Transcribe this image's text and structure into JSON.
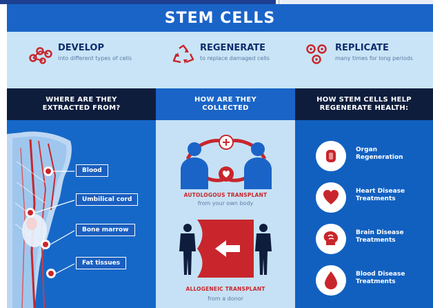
{
  "title": "STEM CELLS",
  "features": [
    {
      "title": "DEVELOP",
      "desc": "into different types of cells",
      "icon": "molecule-icon"
    },
    {
      "title": "REGENERATE",
      "desc": "to replace damaged cells",
      "icon": "recycle-icon"
    },
    {
      "title": "REPLICATE",
      "desc": "many times for long periods",
      "icon": "cell-division-icon"
    }
  ],
  "columns": {
    "extracted": {
      "header_line1": "WHERE ARE THEY",
      "header_line2": "EXTRACTED FROM?",
      "sources": [
        "Blood",
        "Umbilical cord",
        "Bone marrow",
        "Fat tissues"
      ]
    },
    "collected": {
      "header_line1": "HOW ARE THEY",
      "header_line2": "COLLECTED",
      "autologous_title": "AUTOLOGOUS TRANSPLANT",
      "autologous_desc": "from your own body",
      "allogeneic_title": "ALLOGENEIC TRANSPLANT",
      "allogeneic_desc": "from a donor"
    },
    "benefits": {
      "header_line1": "HOW STEM CELLS HELP",
      "header_line2": "REGENERATE HEALTH:",
      "items": [
        {
          "line1": "Organ",
          "line2": "Regeneration",
          "icon": "organ-icon"
        },
        {
          "line1": "Heart Disease",
          "line2": "Treatments",
          "icon": "heart-icon"
        },
        {
          "line1": "Brain Disease",
          "line2": "Treatments",
          "icon": "brain-icon"
        },
        {
          "line1": "Blood Disease",
          "line2": "Treatments",
          "icon": "blood-drop-icon"
        }
      ]
    }
  },
  "colors": {
    "navy": "#0f1d3d",
    "blue": "#1a64c8",
    "light_blue": "#c9e4f6",
    "red": "#c8262c"
  }
}
